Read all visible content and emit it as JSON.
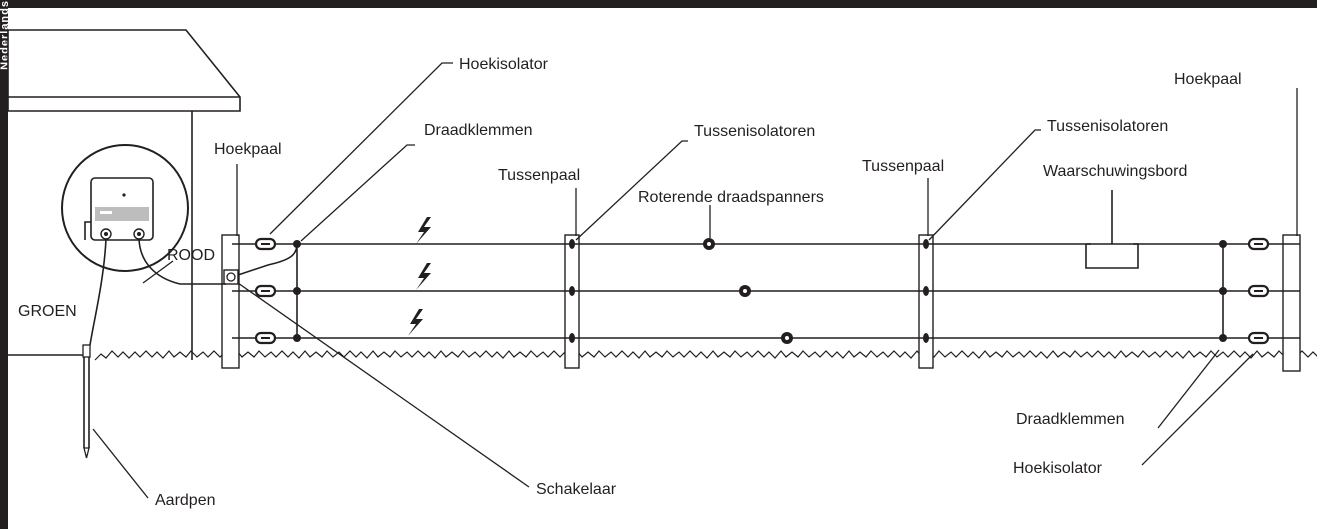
{
  "sidebar": {
    "tab_label": "Nederlands"
  },
  "colors": {
    "ink": "#231f20",
    "background": "#ffffff",
    "panel": "#bdbdbd"
  },
  "labels": {
    "hoekisolator_top": "Hoekisolator",
    "draadklemmen_top": "Draadklemmen",
    "hoekpaal_left": "Hoekpaal",
    "tussenisolatoren_1": "Tussenisolatoren",
    "tussenpaal_1": "Tussenpaal",
    "roterende": "Roterende draadspanners",
    "tussenisolatoren_2": "Tussenisolatoren",
    "tussenpaal_2": "Tussenpaal",
    "waarschuwingsbord": "Waarschuwingsbord",
    "hoekpaal_right": "Hoekpaal",
    "rood": "ROOD",
    "groen": "GROEN",
    "draadklemmen_bottom": "Draadklemmen",
    "hoekisolator_bottom": "Hoekisolator",
    "aardpen": "Aardpen",
    "schakelaar": "Schakelaar"
  },
  "icons": {
    "lightning": "lightning-bolt-icon",
    "energizer": "energizer-icon",
    "house": "building-icon",
    "ground_rod": "ground-rod-icon"
  }
}
